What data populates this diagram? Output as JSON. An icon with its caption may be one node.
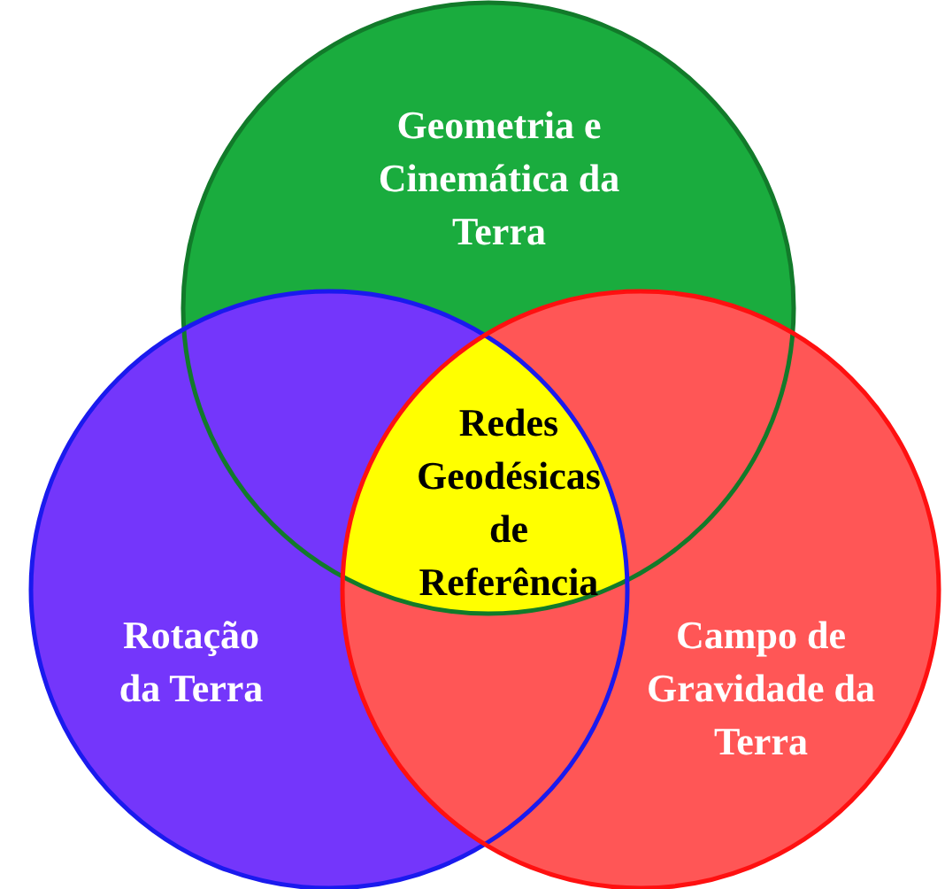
{
  "diagram": {
    "nodes": [
      {
        "text": [
          "Geometria e Cinemática da Terra"
        ]
      },
      {
        "text": [
          "Rotação da Terra"
        ]
      },
      {
        "text": [
          "Campo de Gravidade da Terra"
        ]
      },
      {
        "text": [
          "Redes Geodésicas de Referência"
        ]
      }
    ]
  }
}
